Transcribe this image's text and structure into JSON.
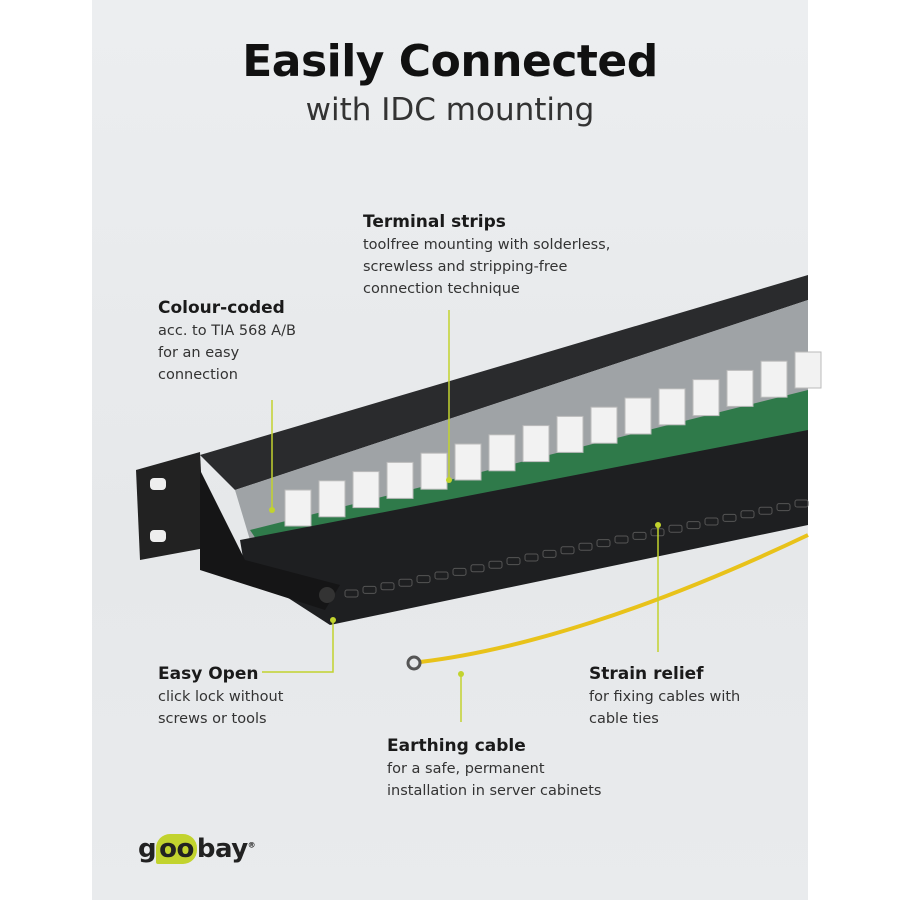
{
  "heading": {
    "title": "Easily Connected",
    "subtitle": "with IDC mounting"
  },
  "callouts": [
    {
      "title": "Terminal strips",
      "lines": [
        "toolfree mounting with solderless,",
        "screwless and stripping-free",
        "connection technique"
      ]
    },
    {
      "title": "Colour-coded",
      "lines": [
        "acc. to TIA 568 A/B",
        "for an easy",
        "connection"
      ]
    },
    {
      "title": "Easy Open",
      "lines": [
        "click lock without",
        "screws or tools"
      ]
    },
    {
      "title": "Strain relief",
      "lines": [
        "for fixing cables with",
        "cable ties"
      ]
    },
    {
      "title": "Earthing cable",
      "lines": [
        "for a safe, permanent",
        "installation in server cabinets"
      ]
    }
  ],
  "brand": {
    "pre": "g",
    "oo": "oo",
    "post": "bay",
    "reg": "®"
  },
  "colors": {
    "accent": "#c2d32e",
    "panel": "#1e1f21",
    "cable": "#e8c21a"
  }
}
